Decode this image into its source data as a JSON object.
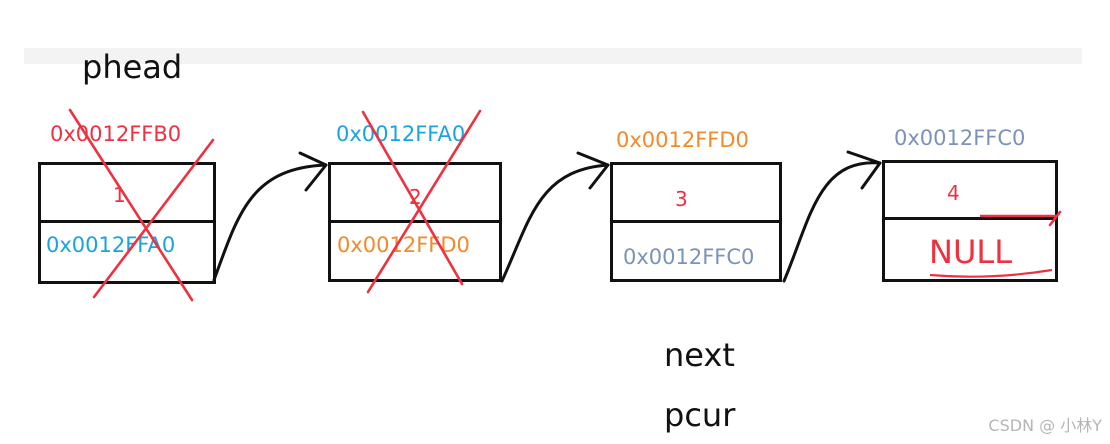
{
  "top_labels": {
    "head": "phead",
    "next": "next",
    "cur": "pcur"
  },
  "nodes": [
    {
      "address": "0x0012FFB0",
      "data": "1",
      "next": "0x0012FFA0",
      "crossed": true,
      "addr_color": "#ee3140",
      "data_color": "#ee3140",
      "next_color": "#1aa3e0"
    },
    {
      "address": "0x0012FFA0",
      "data": "2",
      "next": "0x0012FFD0",
      "crossed": true,
      "addr_color": "#1aa3e0",
      "data_color": "#ee3140",
      "next_color": "#f28a2a"
    },
    {
      "address": "0x0012FFD0",
      "data": "3",
      "next": "0x0012FFC0",
      "crossed": false,
      "addr_color": "#f28a2a",
      "data_color": "#ee3140",
      "next_color": "#7b93b8"
    },
    {
      "address": "0x0012FFC0",
      "data": "4",
      "next": "NULL",
      "crossed": false,
      "addr_color": "#7b93b8",
      "data_color": "#ee3140",
      "next_color": "#ee3140"
    }
  ],
  "colors": {
    "cross": "#ee3140",
    "outline": "#111111",
    "bar": "#f3f3f3"
  },
  "watermark": "CSDN @ 小林Y"
}
